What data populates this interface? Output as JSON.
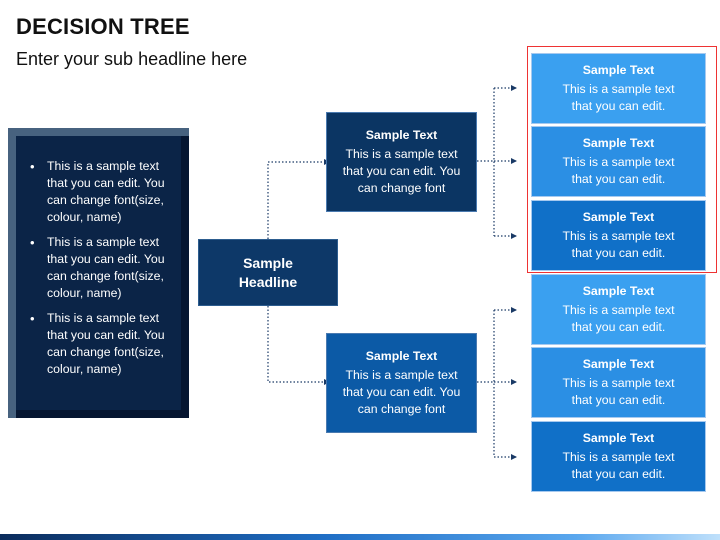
{
  "header": {
    "title": "DECISION TREE",
    "subtitle": "Enter your sub headline here"
  },
  "left_panel": {
    "bullets": [
      "This is a sample text that you can edit. You can change font(size, colour, name)",
      "This is a sample text that you can edit. You can change font(size, colour, name)",
      "This is a sample text that you can edit. You can change font(size, colour, name)"
    ]
  },
  "headline": {
    "line1": "Sample",
    "line2": "Headline"
  },
  "branches": [
    {
      "title": "Sample Text",
      "body": "This is a sample text that you can edit. You can change font",
      "color": "#0b3563"
    },
    {
      "title": "Sample Text",
      "body": "This is a sample text that you can edit. You can change font",
      "color": "#0c5aa6"
    }
  ],
  "leaves": [
    {
      "title": "Sample Text",
      "body": "This is a sample text that you can edit.",
      "color": "#3aa0f0"
    },
    {
      "title": "Sample Text",
      "body": "This is a sample text that you can edit.",
      "color": "#2b8fe4"
    },
    {
      "title": "Sample Text",
      "body": "This is a sample text that you can edit.",
      "color": "#1070c8"
    },
    {
      "title": "Sample Text",
      "body": "This is a sample text that you can edit.",
      "color": "#3aa0f0"
    },
    {
      "title": "Sample Text",
      "body": "This is a sample text that you can edit.",
      "color": "#2b8fe4"
    },
    {
      "title": "Sample Text",
      "body": "This is a sample text that you can edit.",
      "color": "#1070c8"
    }
  ],
  "connector_color": "#1a3a66"
}
